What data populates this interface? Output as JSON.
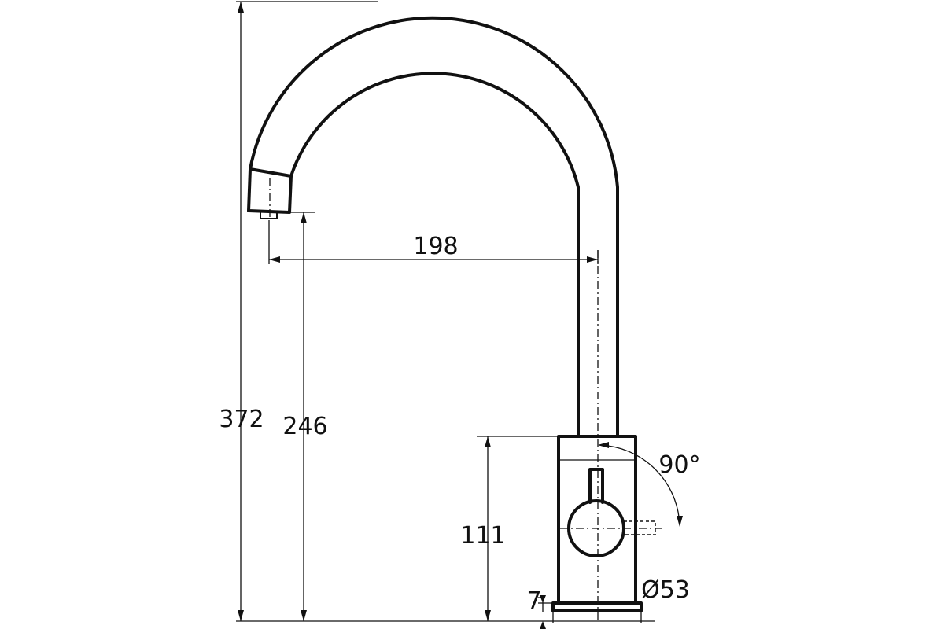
{
  "drawing": {
    "dimensions": {
      "total_height": "372",
      "spout_height": "246",
      "spout_reach": "198",
      "body_height": "111",
      "base_height": "7",
      "lever_rotation": "90°",
      "body_diameter": "Ø53"
    },
    "colors": {
      "line": "#111111",
      "background": "#ffffff"
    }
  }
}
